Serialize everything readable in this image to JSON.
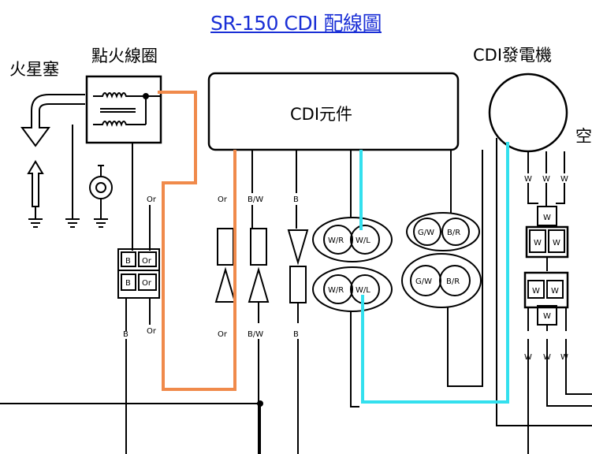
{
  "title": "SR-150 CDI 配線圖",
  "labels": {
    "spark_plug": "火星塞",
    "ignition_coil": "點火線圈",
    "cdi_unit": "CDI元件",
    "cdi_generator": "CDI發電機",
    "cut_off": "空"
  },
  "wire_labels": {
    "or_coil": "Or",
    "b_plug_l": "B",
    "or_plug_l": "Or",
    "b_plug_r": "B",
    "or_plug_r": "Or",
    "b_below": "B",
    "or_below": "Or",
    "or_top": "Or",
    "bw_top": "B/W",
    "b_top": "B",
    "or_bot": "Or",
    "bw_bot": "B/W",
    "b_bot": "B",
    "wr1": "W/R",
    "wl1": "W/L",
    "gw1": "G/W",
    "br1": "B/R",
    "wr2": "W/R",
    "wl2": "W/L",
    "gw2": "G/W",
    "br2": "B/R",
    "w_top1": "W",
    "w_top2": "W",
    "w_top3": "W",
    "w_c1": "W",
    "w_c2": "W",
    "w_c3": "W",
    "w_c4": "W",
    "w_c5": "W",
    "w_c6": "W",
    "w_bot1": "W",
    "w_bot2": "W",
    "w_bot3": "W"
  },
  "colors": {
    "title": "#1a2fd6",
    "orange_wire": "#f08a4b",
    "cyan_wire": "#33e0ee",
    "line": "#000000"
  }
}
